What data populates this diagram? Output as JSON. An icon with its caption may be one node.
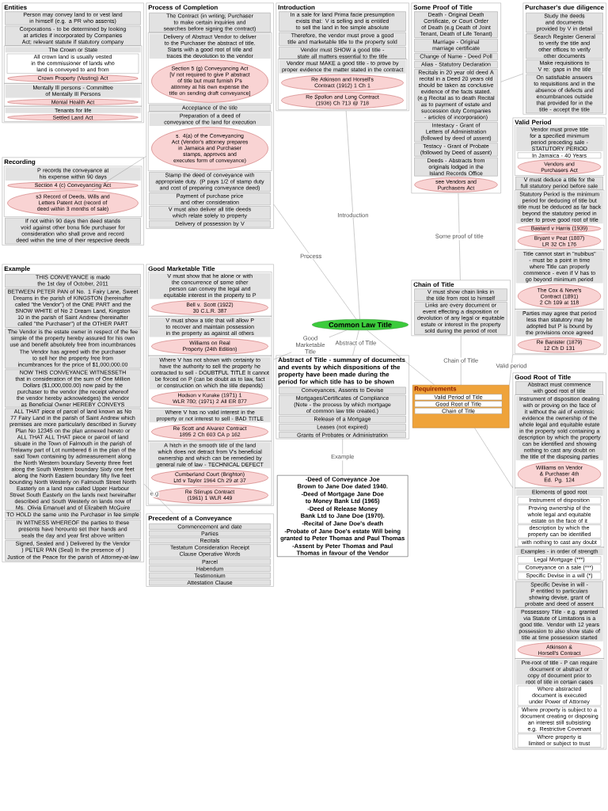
{
  "diagram": {
    "nodes": [
      {
        "text": [
          "Common Law Title"
        ]
      },
      {
        "text": [
          "Entities"
        ]
      },
      {
        "text": [
          "Person may convey land to or vest land in himself (e.g. a PR who assents)"
        ],
        "in": 1
      },
      {
        "text": [
          "Corporations - to be determined by looking at articles if incorporated by Companies Act; relevant statute if statutory company"
        ],
        "in": 1
      },
      {
        "text": [
          "The Crown or State"
        ],
        "in": 1
      },
      {
        "text": [
          "All crown land is usually vested in the commissioner of lands who land is conveyed to and from"
        ],
        "in": 4
      },
      {
        "text": [
          "Crown Property (Vesting) Act"
        ],
        "in": 4
      },
      {
        "text": [
          "Mentally Ill persons - Committee of Mentally Ill Persons"
        ],
        "in": 1
      },
      {
        "text": [
          "Mental Health Act"
        ],
        "in": 7
      },
      {
        "text": [
          "Tenants for life"
        ],
        "in": 1
      },
      {
        "text": [
          "Settled Land Act"
        ],
        "in": 9
      },
      {
        "text": [
          "Recording"
        ]
      },
      {
        "text": [
          "P records the conveyance at his expense within 90 days"
        ],
        "in": 11
      },
      {
        "text": [
          "Section 4 (c) Conveyancing Act"
        ],
        "in": 12
      },
      {
        "text": [
          "s3 Record of Deeds, Wills and Letters Patent Act (record of deed within 3 months of sale)"
        ],
        "in": 12
      },
      {
        "text": [
          "If not within 90 days then deed stands void against other bona fide purchaser for consideration who shall prove and record deed within the time of their respective deeds"
        ],
        "in": 11
      },
      {
        "text": [
          "Process of Completion"
        ]
      },
      {
        "text": [
          "The Contract (in writing; Purchaser to make certain inquiries and searches before signing the contract)"
        ],
        "in": 16
      },
      {
        "text": [
          "Delivery of Abstract Vendor to deliver to the Purchaser the abstract of title. Starts with a good root of title and traces the devolution to the vendor"
        ],
        "in": 16
      },
      {
        "text": [
          "Section 5 (g) Conveyancing Act [V not required to give P abstract of title but must furnish P's attorney at his own expense the title on sending draft conveyance]"
        ],
        "in": 18
      },
      {
        "text": [
          "Acceptance of the title"
        ],
        "in": 16
      },
      {
        "text": [
          "Preparation of a deed of conveyance of the land for execution"
        ],
        "in": 16
      },
      {
        "text": [
          "s. 4(a) of the Conveyancing Act (Vendor's attorney prepares in Jamaica and Purchaser stamps, approves and executes form of conveyance)"
        ],
        "in": 21
      },
      {
        "text": [
          "Stamp the deed of conveyance with appropriate duty. (P pays 1/2 of stamp duty and cost of preparing conveyance deed)"
        ],
        "in": 16
      },
      {
        "text": [
          "Payment of purchase price and other consideration"
        ],
        "in": 16
      },
      {
        "text": [
          "V must also deliver all title deeds which relate solely to property"
        ],
        "in": 16
      },
      {
        "text": [
          "Delivery of possession by V"
        ],
        "in": 16
      },
      {
        "text": [
          "Introduction"
        ]
      },
      {
        "text": [
          "In a sale for land Prima facie presumption exists that: V is selling and is entitled to sell the land in fee simple absolute"
        ],
        "in": 27
      },
      {
        "text": [
          "Therefore, the vendor must prove a good title and marketable title to the property sold"
        ],
        "in": 27
      },
      {
        "text": [
          "Vendor must SHOW a good title - state all matters essential to the title"
        ],
        "in": 27
      },
      {
        "text": [
          "Vendor must MAKE a good title - to prove by proper evidence the matter stated in the contract"
        ],
        "in": 27
      },
      {
        "text": [
          "Re Atkinson and Horsell's Contract (1912) 1 Ch 1"
        ],
        "in": 31
      },
      {
        "text": [
          "Re Spollon and Long Contract (1936) Ch 713 @ 718"
        ],
        "in": 31
      },
      {
        "text": [
          "Some Proof of Title"
        ]
      },
      {
        "text": [
          "Death - Original Death Certificate, or Court Order of Death (e.g Death of Joint Tenant, Death of Life Tenant)"
        ],
        "in": 34
      },
      {
        "text": [
          "Marriage - Original marriage certificate"
        ],
        "in": 34
      },
      {
        "text": [
          "Change of Name - Deed Poll"
        ],
        "in": 34
      },
      {
        "text": [
          "Alias - Statutory Declaration"
        ],
        "in": 34
      },
      {
        "text": [
          "Recitals in 20 year old deed A recital in a Deed 20 years old should be taken as conclusive evidence of the facts stated. (e.g Recital as to death Recital as to payment of estate and succession duty Companies - articles of incorporation)"
        ],
        "in": 34
      },
      {
        "text": [
          "Intestacy - Grant of Letters of Administration (followed by deed of assent)"
        ],
        "in": 34
      },
      {
        "text": [
          "Testacy - Grant of Probate (followed by Deed of assent)"
        ],
        "in": 34
      },
      {
        "text": [
          "Deeds - Abstracts from originals lodged in the Island Records Office"
        ],
        "in": 34
      },
      {
        "text": [
          "see Vendors and Purchasers Act"
        ],
        "in": 34
      },
      {
        "text": [
          "Purchaser's due diligence"
        ]
      },
      {
        "text": [
          "Study the deeds and documents provided by V in detail"
        ],
        "in": 44
      },
      {
        "text": [
          "Search Register General to verify the title and other offices to verify other documents"
        ],
        "in": 44
      },
      {
        "text": [
          "Make requisitions to V re: gaps in the title"
        ],
        "in": 44
      },
      {
        "text": [
          "On satisfiable answers to requisitions and in the absence of defects and encumbrances outside that provided for in the title - accept the title"
        ],
        "in": 44
      },
      {
        "text": [
          "Valid Period"
        ]
      },
      {
        "text": [
          "Vendor must prove title for a specified minimum period preceding sale - STATUTORY PERIOD"
        ],
        "in": 49
      },
      {
        "text": [
          "In Jamaica - 40 Years"
        ],
        "in": 50
      },
      {
        "text": [
          "Vendors and Purchasers Act"
        ],
        "in": 50
      },
      {
        "text": [
          "V must deduce a title for the full statutory period before sale"
        ],
        "in": 49
      },
      {
        "text": [
          "Statutory Period is the minimum period for deducing of title but title must be deduced as far back beyond the statutory period in order to prove good root of title"
        ],
        "in": 49
      },
      {
        "text": [
          "Bastard v Harris (1939)"
        ],
        "in": 54
      },
      {
        "text": [
          "Bryant v Peat (1887) LR 32 Ch 176"
        ],
        "in": 54
      },
      {
        "text": [
          "Title cannot start in \"nubibus\" - must be a point in time where Title can properly commence - even if V has to go beyond minimum period"
        ],
        "in": 49
      },
      {
        "text": [
          "The Cox & Neve's Contract (1891) 2 Ch 109 at 118"
        ],
        "in": 57
      },
      {
        "text": [
          "Parties may agree that period less than statutory may be adopted but P is bound by the provisions once agreed"
        ],
        "in": 49
      },
      {
        "text": [
          "Re Banister (1879) 12 Ch D 131"
        ],
        "in": 59
      },
      {
        "text": [
          "Chain of Title"
        ]
      },
      {
        "text": [
          "V must show chain links in the title from root to himself"
        ],
        "in": 61
      },
      {
        "text": [
          "Links are every document or event effecting a disposition or devolution of any legal or equitable estate or interest in the property sold during the period of root"
        ],
        "in": 61
      },
      {
        "text": [
          "Requirements"
        ]
      },
      {
        "text": [
          "Valid Period of Title"
        ],
        "in": 64
      },
      {
        "text": [
          "Good Root of Title"
        ],
        "in": 64
      },
      {
        "text": [
          "Chain of Title"
        ],
        "in": 64
      },
      {
        "text": [
          "Good Root of Title"
        ]
      },
      {
        "text": [
          "Abstract must commence with good root of title"
        ],
        "in": 68
      },
      {
        "text": [
          "Instrument of disposition dealing with or proving on the face of it without the aid of extrinsic evidence the ownership of the whole legal and equitable estate in the property sold containing a description by which the property can be identified and showing nothing to cast any doubt on the title of the disposing parties"
        ],
        "in": 68
      },
      {
        "text": [
          "Williams on Vendor & Purchaser 4th Ed. Pg. 124"
        ],
        "in": 70
      },
      {
        "text": [
          "Elements of good root"
        ],
        "in": 68
      },
      {
        "text": [
          "Instrument of disposition"
        ],
        "in": 72
      },
      {
        "text": [
          "Proving ownership of the whole legal and equitable estate on the face of it"
        ],
        "in": 72
      },
      {
        "text": [
          "description by which the property can be identified"
        ],
        "in": 72
      },
      {
        "text": [
          "with nothing to cast any doubt"
        ],
        "in": 72
      },
      {
        "text": [
          "Examples - in order of strength"
        ],
        "in": 68
      },
      {
        "text": [
          "Legal Mortgage (***)"
        ],
        "in": 77
      },
      {
        "text": [
          "Conveyance on a sale (***)"
        ],
        "in": 77
      },
      {
        "text": [
          "Specific Devise in a will (*)"
        ],
        "in": 77
      },
      {
        "text": [
          "Specific Devise in will - P entitled to particulars showing devise, grant of probate and deed of assent"
        ],
        "in": 68
      },
      {
        "text": [
          "Possessory Title - e.g. granted via Statute of Limitations is a good title. Vendor with 12 years possession to also show state of title at time possession started"
        ],
        "in": 68
      },
      {
        "text": [
          "Atkinson & Horsell's Contract"
        ],
        "in": 82
      },
      {
        "text": [
          "Pre-root of title - P can require document or abstract or copy of document prior to root of title in certain cases"
        ],
        "in": 68
      },
      {
        "text": [
          "Where abstracted document is executed under Power of Attorney"
        ],
        "in": 84
      },
      {
        "text": [
          "Where property is subject to a document creating or disposing an interest still subsisting e.g. Restrictive Covenant"
        ],
        "in": 84
      },
      {
        "text": [
          "Where property is limited or subject to trust"
        ],
        "in": 84
      },
      {
        "text": [
          "Good Marketable Title"
        ]
      },
      {
        "text": [
          "V must show that he alone or with the concurrence of some other person can convey the legal and equitable interest in the property to P"
        ],
        "in": 88
      },
      {
        "text": [
          "Bell v. Scott (1922) 30 C.L.R. 387"
        ],
        "in": 89
      },
      {
        "text": [
          "V must show a title that will allow P to recover and maintain possession in the property as against all others"
        ],
        "in": 88
      },
      {
        "text": [
          "Williams on Real Property (24th Edition)"
        ],
        "in": 91
      },
      {
        "text": [
          "Where V has not shown with certainty to have the authority to sell the property he contracted to sell - DOUBTFUL TITLE It cannot be forced on P (can be doubt as to law, fact or construction on which the title depends)"
        ],
        "in": 88
      },
      {
        "text": [
          "Hodson v Kurake (1971) 1 WLR 780; (1971) 2 All ER 877"
        ],
        "in": 93
      },
      {
        "text": [
          "Where V has no valid interest in the property or not interest to sell - BAD TITLE"
        ],
        "in": 88
      },
      {
        "text": [
          "Re Scott and Alvarez Contract 1895 2 Ch 603 CA p 162"
        ],
        "in": 95
      },
      {
        "text": [
          "A hitch in the smooth title of the land which does not detract from V's beneficial ownership and which can be remedied by general rule of law - TECHNICAL DEFECT"
        ],
        "in": 88
      },
      {
        "text": [
          "Cumberland Court (Brighton) Ltd v Taylor 1964 Ch 29 at 37"
        ],
        "in": 97
      },
      {
        "text": [
          "Re Stirrups Contract (1961) 1 WLR 449"
        ],
        "in": 97
      },
      {
        "text": [
          "Abstract of Title - summary of documents and events by which dispositions of the property have been made during the period for which title has to be shown"
        ]
      },
      {
        "text": [
          "Conveyances, Assents to Devise"
        ],
        "in": 100
      },
      {
        "text": [
          "Mortgages/Certificates of Compliance (Note - the process by which mortgage of common law title created.)"
        ],
        "in": 100
      },
      {
        "text": [
          "Release of a Mortgage"
        ],
        "in": 100
      },
      {
        "text": [
          "Leases (not expired)"
        ],
        "in": 100
      },
      {
        "text": [
          "Grants of Probates or Administration"
        ],
        "in": 100
      },
      {
        "text": [
          "-Deed of Conveyance Joe Brown to Jane Doe dated 1940.",
          "-Deed of Mortgage Jane Doe to Money Bank Ltd (1965)",
          "-Deed of Release Money Bank Ltd to Jane Doe (1970).",
          "-Recital of Jane Doe's death",
          "-Probate of Jane Doe's estate Will being granted to Peter Thomas and Paul Thomas",
          "-Assent by Peter Thomas and Paul Thomas in favour of the Vendor"
        ]
      },
      {
        "text": [
          "Example"
        ]
      },
      {
        "text": [
          "THIS CONVEYANCE is made the 1st day of October, 2011"
        ],
        "in": 107
      },
      {
        "text": [
          "BETWEEN PETER PAN of No. 1 Fairy Lane, Sweet Dreams in the parish of KINGSTON (hereinafter called \"the Vendor\") of the ONE PART and the SNOW WHITE of No 2 Dream Land, Kingston 10 in the parish of Saint Andrew (hereinafter called \"the Purchaser\") of the OTHER PART"
        ],
        "in": 107
      },
      {
        "text": [
          "The Vendor is the estate owner in respect of the fee simple of the property hereby assured for his own use and benefit absolutely free from incumbrances",
          "The Vendor has agreed with the purchaser to sell her the property free from incumbrances for the price of $1,000,000.00"
        ],
        "in": 107
      },
      {
        "text": [
          "NOW THIS CONVEYANCE WITNESSETH that in consideration of the sum of One Million Dollars ($1,000,000.00) now paid by the purchaser to the vendor (the receipt whereof the vendor hereby acknowledges) the vendor as Beneficial Owner HEREBY CONVEYS"
        ],
        "in": 107
      },
      {
        "text": [
          "ALL THAT piece of parcel of land known as No 77 Fairy Land in the parish of Saint Andrew which premises are more particularly described in Survey Plan No 12345 on the plan annexed hereto or ALL THAT ALL THAT piece or parcel of land situate in the Town of Falmouth in the parish of Trelawny part of Lot numbered 6 in the plan of the said Town containing by admeasurement along the North Western boundary Seventy three feet along the South Western boundary Sixty one feet along the North Eastern boundary fifty five feet bounding North Westerly on Falmouth Street North Easterly on a land now called Upper Harbour Street South Easterly on the lands next hereinafter described and South Westerly on lands now of Ms. Olivia Emanuel and of Elizabeth McGuire"
        ],
        "in": 107
      },
      {
        "text": [
          "TO HOLD the same unto the Purchaser in fee simple"
        ],
        "in": 107
      },
      {
        "text": [
          "IN WITNESS WHEREOF the parties to these presents have hereunto set their hands and seals the day and year first above written"
        ],
        "in": 107
      },
      {
        "text": [
          "Signed, Sealed and ) Delivered by the Vendor ) PETER PAN (Seal) In the presence of )",
          "Justice of the Peace for the parish of Attorney-at-law"
        ],
        "in": 107
      },
      {
        "text": [
          "Precedent of a Conveyance"
        ]
      },
      {
        "text": [
          "Commencement and date"
        ],
        "in": 116
      },
      {
        "text": [
          "Parties"
        ],
        "in": 116
      },
      {
        "text": [
          "Recitals"
        ],
        "in": 116
      },
      {
        "text": [
          "Testatum Consideration Receipt Clause Operative Words"
        ],
        "in": 116
      },
      {
        "text": [
          "Parcel"
        ],
        "in": 116
      },
      {
        "text": [
          "Habendum"
        ],
        "in": 116
      },
      {
        "text": [
          "Testimonium"
        ],
        "in": 116
      },
      {
        "text": [
          "Attestation Clause"
        ],
        "in": 116
      }
    ],
    "edges": [
      {
        "from": 0,
        "to": 16,
        "arrow": "none",
        "label": "Process"
      },
      {
        "from": 0,
        "to": 27,
        "arrow": "none",
        "label": "Introduction"
      },
      {
        "from": 34,
        "to": 61,
        "arrow": "none",
        "label": "Some proof of title"
      },
      {
        "from": 61,
        "to": 64,
        "arrow": "none",
        "label": "Chain of Title"
      },
      {
        "from": 64,
        "to": 49,
        "arrow": "none",
        "label": "Valid period"
      },
      {
        "from": 64,
        "to": 68,
        "arrow": "none"
      },
      {
        "from": 0,
        "to": 64,
        "arrow": "none"
      },
      {
        "from": 0,
        "to": 88,
        "arrow": "none",
        "label": "Good Marketable Title"
      },
      {
        "from": 0,
        "to": 100,
        "arrow": "none",
        "label": "Abstract of Title"
      },
      {
        "from": 100,
        "to": 106,
        "arrow": "none",
        "label": "Example"
      },
      {
        "from": 107,
        "to": 116,
        "arrow": "none",
        "label": "e.g"
      },
      {
        "from": 14,
        "to": 16,
        "arrow": "none"
      },
      {
        "from": 34,
        "to": 44,
        "arrow": "none"
      }
    ]
  }
}
